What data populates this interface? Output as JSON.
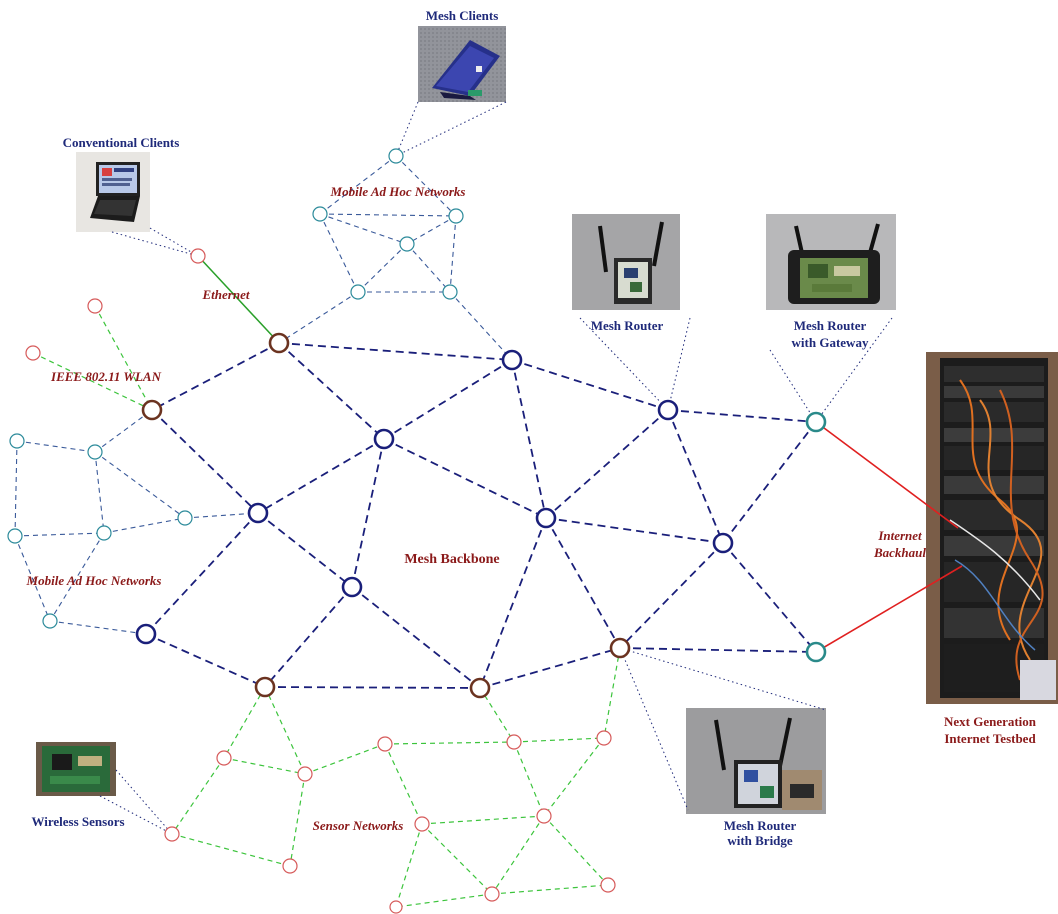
{
  "labels": {
    "mesh_clients": "Mesh Clients",
    "conventional_clients": "Conventional Clients",
    "manet_top": "Mobile Ad Hoc Networks",
    "manet_left": "Mobile Ad Hoc Networks",
    "ethernet": "Ethernet",
    "ieee_wlan": "IEEE 802.11 WLAN",
    "mesh_router": "Mesh Router",
    "mesh_router_gateway_1": "Mesh Router",
    "mesh_router_gateway_2": "with Gateway",
    "internet_backhaul_1": "Internet",
    "internet_backhaul_2": "Backhaul",
    "mesh_backbone": "Mesh Backbone",
    "wireless_sensors": "Wireless Sensors",
    "sensor_networks": "Sensor Networks",
    "mesh_router_bridge_1": "Mesh Router",
    "mesh_router_bridge_2": "with Bridge",
    "testbed_1": "Next Generation",
    "testbed_2": "Internet Testbed"
  },
  "colors": {
    "backbone": "#1a1f7a",
    "manet": "#2b6e8a",
    "sensor": "#d65a5a",
    "sensor_link": "#3cc43c",
    "brown": "#6b3320",
    "gateway": "#2a8a8a",
    "internet": "#e02020",
    "ethernet": "#2aa02a"
  },
  "icons": [
    "laptop-image",
    "laptop-with-card-image",
    "router-image",
    "router-gateway-image",
    "router-bridge-image",
    "sensor-board-image",
    "server-rack-image"
  ]
}
